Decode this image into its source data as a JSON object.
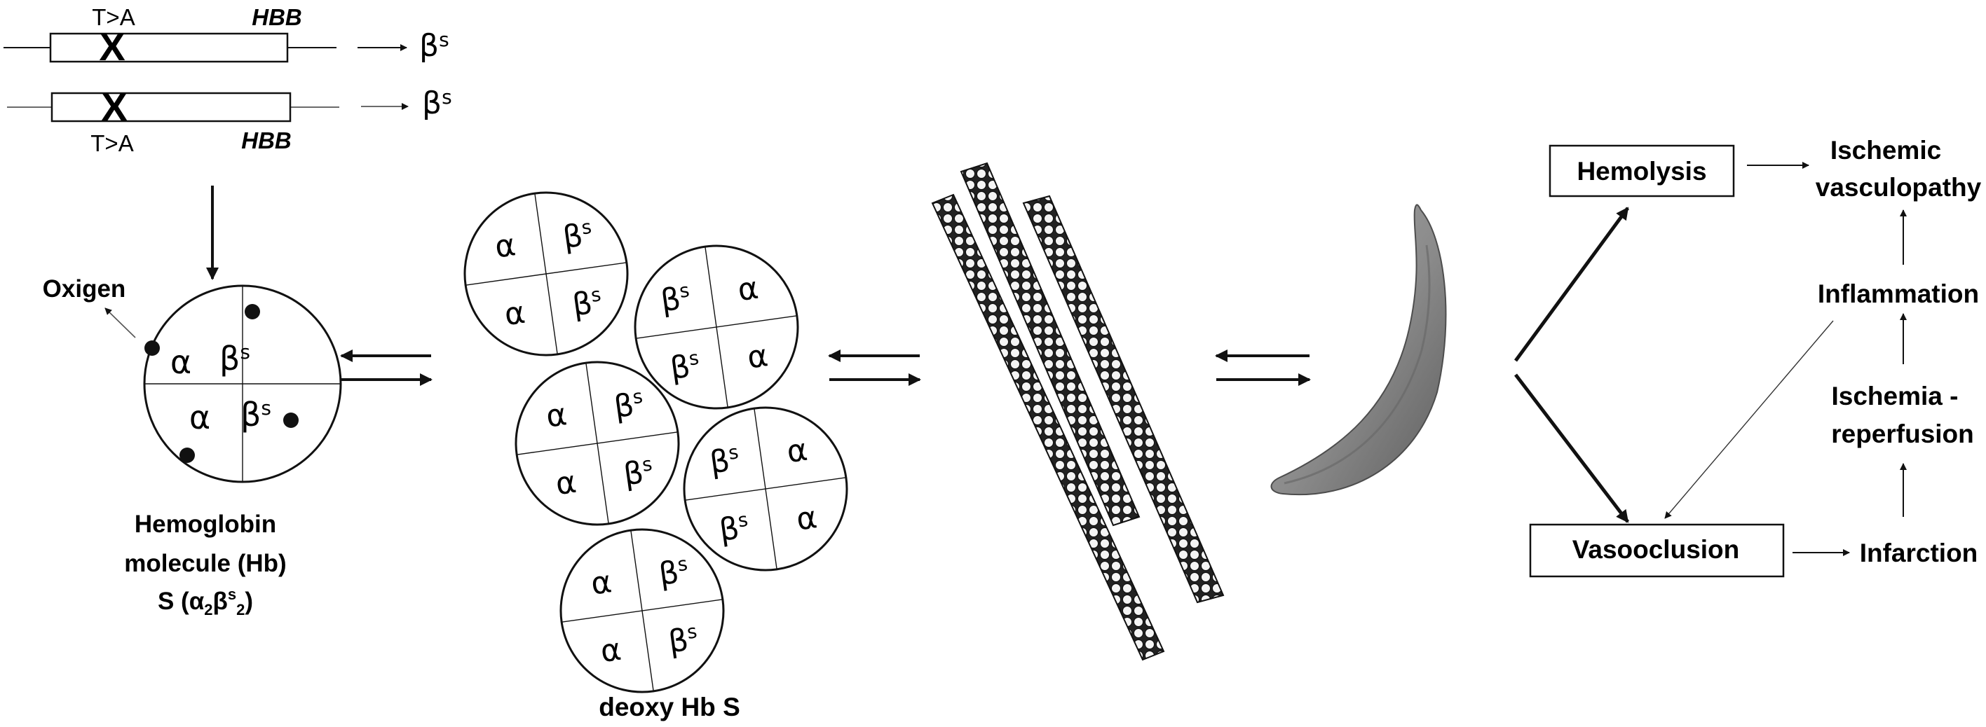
{
  "gene": {
    "mutation_label": "T>A",
    "gene_name": "HBB",
    "product_symbol": "β",
    "product_sup": "s"
  },
  "hemoglobin": {
    "oxygen_label": "Oxigen",
    "caption_line1": "Hemoglobin",
    "caption_line2": "molecule (Hb)",
    "caption_line3_prefix": "S (α",
    "caption_line3_sub1": "2",
    "caption_line3_mid": "β",
    "caption_line3_sup": "s",
    "caption_line3_sub2": "2",
    "caption_line3_suffix": ")"
  },
  "subunits": {
    "alpha": "α",
    "beta": "β",
    "beta_sup": "s"
  },
  "deoxy": {
    "caption": "deoxy Hb S"
  },
  "pathway": {
    "hemolysis": "Hemolysis",
    "vasoocclusion": "Vasooclusion",
    "ischemic_line1": "Ischemic",
    "ischemic_line2": "vasculopathy",
    "inflammation": "Inflammation",
    "ischemia_line1": "Ischemia -",
    "ischemia_line2": "reperfusion",
    "infarction": "Infarction"
  },
  "colors": {
    "ink": "#111111",
    "cell_fill": "#8e8e8e",
    "cell_dark": "#555555",
    "cell_light": "#b5b5b5"
  }
}
